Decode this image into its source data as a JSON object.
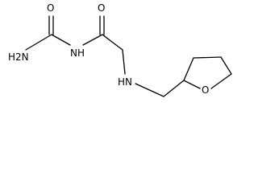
{
  "molecule": {
    "labels": {
      "nh2": "H2N",
      "carbonyl_o_left": "O",
      "amide_nh": "NH",
      "carbonyl_o_right": "O",
      "amine_nh": "HN",
      "ring_o": "O"
    },
    "colors": {
      "bond": "#000000",
      "text": "#000000",
      "background": "#ffffff"
    }
  }
}
